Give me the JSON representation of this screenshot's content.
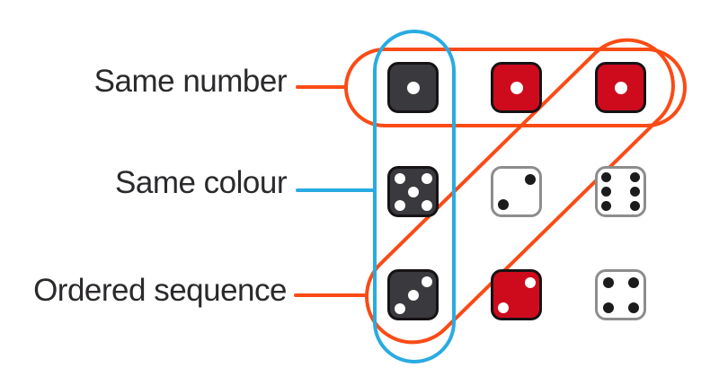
{
  "labels": {
    "same_number": "Same number",
    "same_colour": "Same colour",
    "ordered_sequence": "Ordered sequence"
  },
  "colors": {
    "outline_orange": "#fa4b16",
    "outline_blue": "#29abe2",
    "die_dark_grey": "#3a393d",
    "die_red": "#ce0b1d",
    "die_white": "#ffffff",
    "die_border_dark": "#161215",
    "die_border_white": "#8d8d8d",
    "pip_white": "#ffffff",
    "pip_black": "#1b1b1b",
    "label_text": "#2b292c"
  },
  "dice_grid": {
    "rows": 3,
    "cols": 3,
    "dice": [
      {
        "row": 0,
        "col": 0,
        "color": "dark",
        "value": 1
      },
      {
        "row": 0,
        "col": 1,
        "color": "red",
        "value": 1
      },
      {
        "row": 0,
        "col": 2,
        "color": "red",
        "value": 1
      },
      {
        "row": 1,
        "col": 0,
        "color": "dark",
        "value": 5
      },
      {
        "row": 1,
        "col": 1,
        "color": "white",
        "value": 2
      },
      {
        "row": 1,
        "col": 2,
        "color": "white",
        "value": 6
      },
      {
        "row": 2,
        "col": 0,
        "color": "dark",
        "value": 3
      },
      {
        "row": 2,
        "col": 1,
        "color": "red",
        "value": 2
      },
      {
        "row": 2,
        "col": 2,
        "color": "white",
        "value": 4
      }
    ]
  },
  "groups": [
    {
      "label": "Same number",
      "outline_color": "#fa4b16",
      "encloses": "top row (all dice show 1)"
    },
    {
      "label": "Same colour",
      "outline_color": "#29abe2",
      "encloses": "left column (all dark dice)"
    },
    {
      "label": "Ordered sequence",
      "outline_color": "#fa4b16",
      "encloses": "diagonal bottom-left 3, centre 2, top-right 1"
    }
  ]
}
